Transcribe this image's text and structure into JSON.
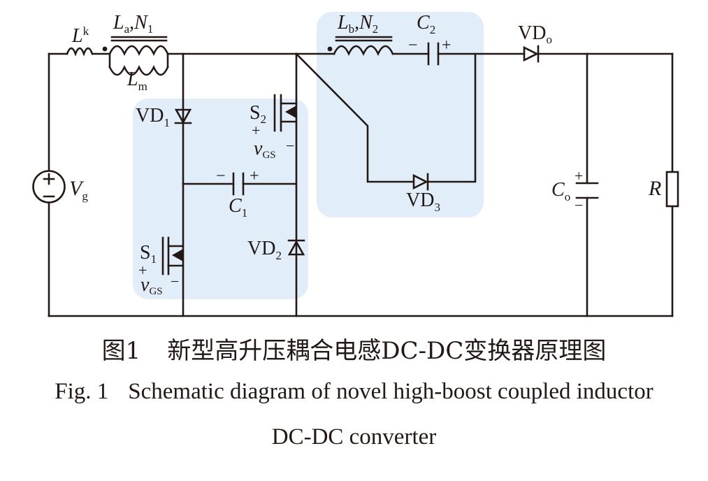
{
  "colors": {
    "wire": "#231815",
    "highlight": "#e1eef9"
  },
  "labels": {
    "Lk": {
      "main": "L",
      "sub": "k"
    },
    "La": {
      "main": "L",
      "sub": "a"
    },
    "N1": {
      "main": "N",
      "sub": "1"
    },
    "Lm": {
      "main": "L",
      "sub": "m"
    },
    "Lb": {
      "main": "L",
      "sub": "b"
    },
    "N2": {
      "main": "N",
      "sub": "2"
    },
    "C2": {
      "main": "C",
      "sub": "2"
    },
    "VDo": {
      "main": "VD",
      "sub": "o"
    },
    "VD1": {
      "main": "VD",
      "sub": "1"
    },
    "S2": {
      "main": "S",
      "sub": "2"
    },
    "vGS2": {
      "main": "v",
      "sub": "GS"
    },
    "Vg": {
      "main": "V",
      "sub": "g"
    },
    "C1": {
      "main": "C",
      "sub": "1"
    },
    "VD3": {
      "main": "VD",
      "sub": "3"
    },
    "Co": {
      "main": "C",
      "sub": "o"
    },
    "R": {
      "main": "R"
    },
    "S1": {
      "main": "S",
      "sub": "1"
    },
    "vGS1": {
      "main": "v",
      "sub": "GS"
    },
    "VD2": {
      "main": "VD",
      "sub": "2"
    },
    "plus": "+",
    "minus": "−"
  },
  "caption": {
    "cn_number": "图1",
    "cn_title": "新型高升压耦合电感DC-DC变换器原理图",
    "en_number": "Fig. 1",
    "en_title_line1": "Schematic diagram of novel high-boost coupled inductor",
    "en_title_line2": "DC-DC converter"
  }
}
